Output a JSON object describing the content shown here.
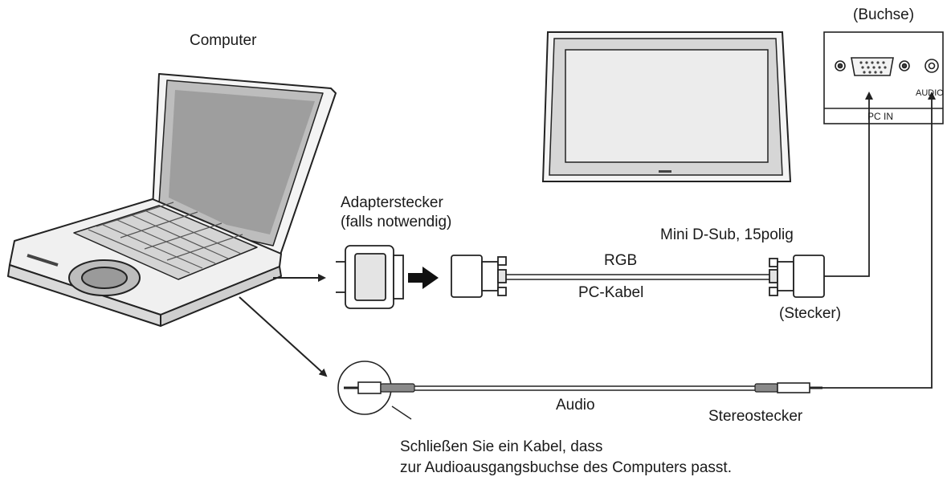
{
  "labels": {
    "computer": "Computer",
    "jack": "(Buchse)",
    "audio_port": "AUDIO",
    "pc_in": "PC IN",
    "adapter_line1": "Adapterstecker",
    "adapter_line2": "(falls notwendig)",
    "mini_dsub": "Mini D-Sub, 15polig",
    "rgb": "RGB",
    "pc_cable": "PC-Kabel",
    "plug": "(Stecker)",
    "audio_cable": "Audio",
    "stereo_plug": "Stereostecker",
    "note_line1": "Schließen Sie ein Kabel, dass",
    "note_line2": "zur Audioausgangsbuchse des Computers passt."
  }
}
